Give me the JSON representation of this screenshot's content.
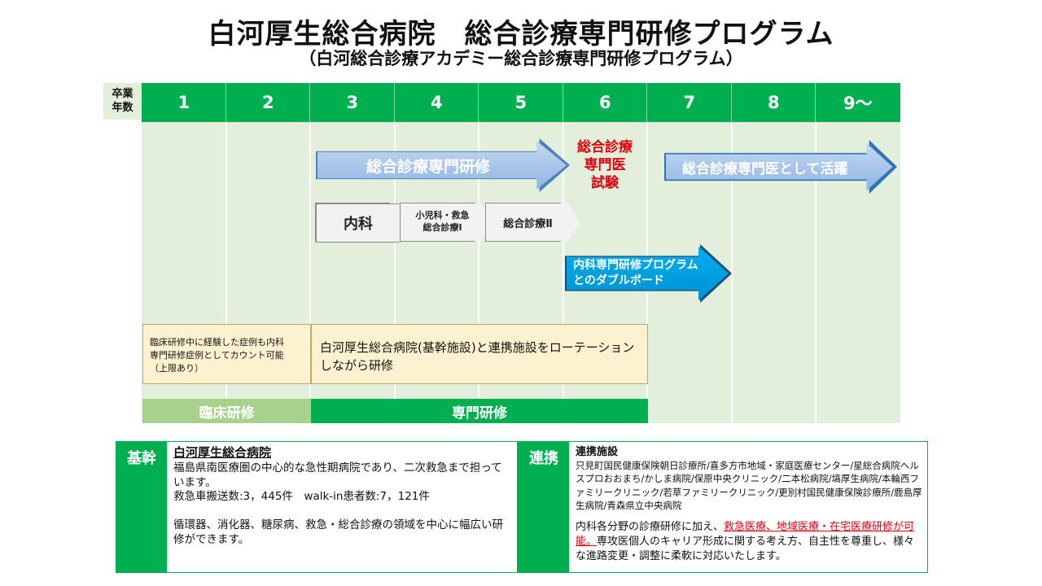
{
  "header": {
    "title": "白河厚生総合病院　総合診療専門研修プログラム",
    "subtitle": "（白河総合診療アカデミー総合診療専門研修プログラム）"
  },
  "timeline": {
    "year_label": "卒業\n年数",
    "years": [
      "1",
      "2",
      "3",
      "4",
      "5",
      "6",
      "7",
      "8",
      "9〜"
    ]
  },
  "arrows": {
    "general_medicine_training": "総合診療専門研修",
    "exam": "総合診療\n専門医\n試験",
    "active_as_specialist": "総合診療専門医として活躍",
    "rotation": {
      "internal_medicine": "内科",
      "pediatrics_emergency": "小児科・救急\n総合診療Ⅰ",
      "general_medicine_2": "総合診療Ⅱ"
    },
    "internal_medicine_double_board": "内科専門研修プログラム\nとのダブルボード"
  },
  "notes": {
    "clinical_cases": "臨床研修中に経験した症例も内科\n専門研修症例としてカウント可能\n（上限あり）",
    "rotation_note": "白河厚生総合病院(基幹施設)と連携施設をローテーションしながら研修"
  },
  "phases": {
    "clinical_training": "臨床研修",
    "specialist_training": "専門研修"
  },
  "base_facility": {
    "tag": "基幹",
    "name": "白河厚生総合病院",
    "desc1": "福島県南医療圏の中心的な急性期病院であり、二次救急まで担っています。",
    "stats": "救急車搬送数:3，445件　walk-in患者数:7，121件",
    "desc2": "循環器、消化器、糖尿病、救急・総合診療の領域を中心に幅広い研修ができます。"
  },
  "partner_facilities": {
    "tag": "連携",
    "heading": "連携施設",
    "list": "只見町国民健康保険朝日診療所/喜多方市地域・家庭医療センター/星総合病院ヘルスプロおおまち/かしま病院/保原中央クリニック/二本松病院/塙厚生病院/本輪西ファミリークリニック/若草ファミリークリニック/更別村国民健康保険診療所/鹿島厚生病院/青森県立中央病院",
    "text_before": "内科各分野の診療研修に加え、",
    "text_highlight": "救急医療、地域医療・在宅医療研修が可能。",
    "text_after": "専攻医個人のキャリア形成に関する考え方、自主性を尊重し、様々な進路変更・調整に柔軟に対応いたします。",
    "highlight_color": "#e0000f"
  },
  "colors": {
    "green": "#00b050",
    "light_green": "#e2efda",
    "phase_light_green": "#a9d18e",
    "note_bg": "#fdf2d0",
    "cyan_arrow": "#00b0f0"
  }
}
